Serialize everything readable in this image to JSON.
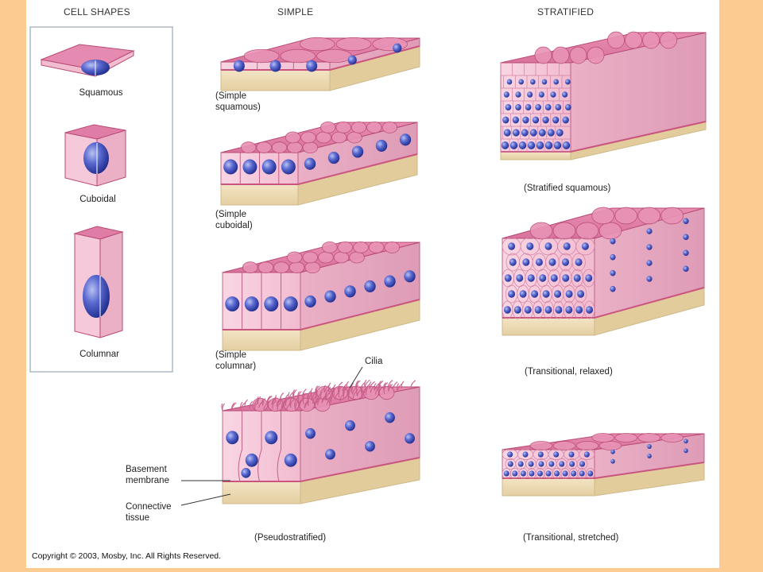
{
  "headers": {
    "cell_shapes": "CELL SHAPES",
    "simple": "SIMPLE",
    "stratified": "STRATIFIED"
  },
  "cell_shapes": {
    "squamous": "Squamous",
    "cuboidal": "Cuboidal",
    "columnar": "Columnar"
  },
  "simple": {
    "squamous_line1": "(Simple",
    "squamous_line2": "squamous)",
    "cuboidal_line1": "(Simple",
    "cuboidal_line2": "cuboidal)",
    "columnar_line1": "(Simple",
    "columnar_line2": "columnar)",
    "pseudostratified": "(Pseudostratified)",
    "cilia": "Cilia",
    "basement_line1": "Basement",
    "basement_line2": "membrane",
    "connective_line1": "Connective",
    "connective_line2": "tissue"
  },
  "stratified": {
    "squamous": "(Stratified squamous)",
    "transitional_relaxed": "(Transitional, relaxed)",
    "transitional_stretched": "(Transitional, stretched)"
  },
  "copyright": "Copyright © 2003, Mosby, Inc. All Rights Reserved.",
  "colors": {
    "background": "#FBCB92",
    "cell_pink": "#F5C6D8",
    "cell_top": "#E27FA8",
    "cell_outline": "#B94A74",
    "nucleus": "#4B5BC4",
    "connective": "#EEDCB6",
    "basement": "#C9557F"
  }
}
